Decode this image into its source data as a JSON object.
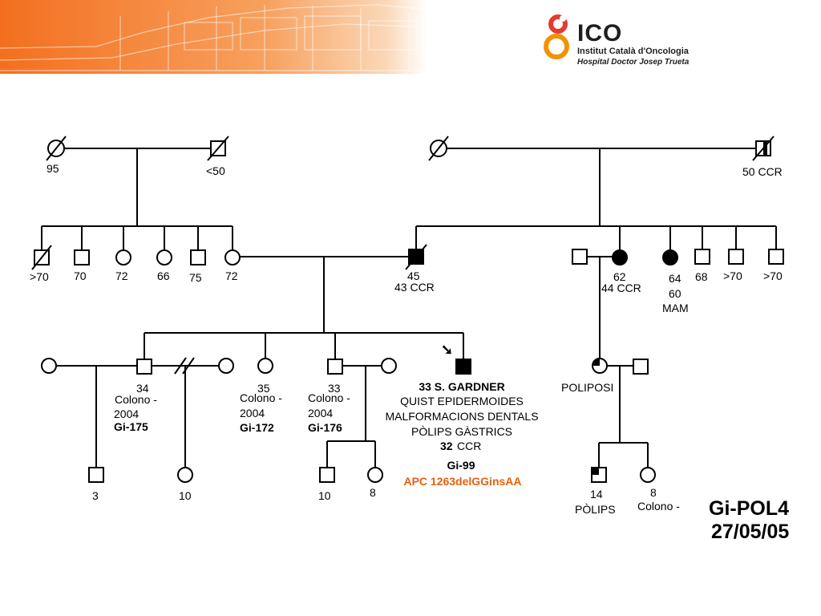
{
  "header": {
    "logo_name": "ICO",
    "institution": "Institut Català d'Oncologia",
    "hospital": "Hospital Doctor Josep Trueta",
    "accent_color": "#f07a2a"
  },
  "pedigree": {
    "gen1": {
      "left_grandmother_age": "95",
      "left_grandfather_age": "<50",
      "right_grandfather_note": "50 CCR"
    },
    "gen2": {
      "sib1_age": ">70",
      "sib2_age": "70",
      "sib3_age": "72",
      "sib4_age": "66",
      "sib5_age": "75",
      "mother_age": "72",
      "father_age": "45",
      "father_note": "43 CCR",
      "aunt1_age": "62",
      "aunt1_note": "44 CCR",
      "aunt2_age": "64",
      "aunt2_age2": "60",
      "aunt2_note": "MAM",
      "uncle1_age": "68",
      "uncle2_age": ">70",
      "uncle3_age": ">70"
    },
    "gen3": {
      "son1_age": "34",
      "son1_note": "Colono -",
      "son1_year": "2004",
      "son1_id": "Gi-175",
      "daughter_age": "35",
      "daughter_note": "Colono -",
      "daughter_year": "2004",
      "daughter_id": "Gi-172",
      "son2_age": "33",
      "son2_note": "Colono -",
      "son2_year": "2004",
      "son2_id": "Gi-176",
      "proband_line1": "33 S. GARDNER",
      "proband_line2": "QUIST EPIDERMOIDES",
      "proband_line3": "MALFORMACIONS DENTALS",
      "proband_line4": "PÒLIPS GÀSTRICS",
      "proband_age_ccr": "32",
      "proband_ccr": "CCR",
      "proband_id": "Gi-99",
      "proband_mutation": "APC 1263delGGinsAA",
      "cousin_note": "POLIPOSI",
      "proband_arrow": "➘"
    },
    "gen4": {
      "child1_age": "3",
      "child2_age": "10",
      "child3_age": "10",
      "child4_age": "8",
      "cousin_son_age": "14",
      "cousin_son_note": "PÒLIPS",
      "cousin_daughter_age": "8",
      "cousin_daughter_note": "Colono -"
    },
    "code": "Gi-POL4",
    "date": "27/05/05"
  }
}
